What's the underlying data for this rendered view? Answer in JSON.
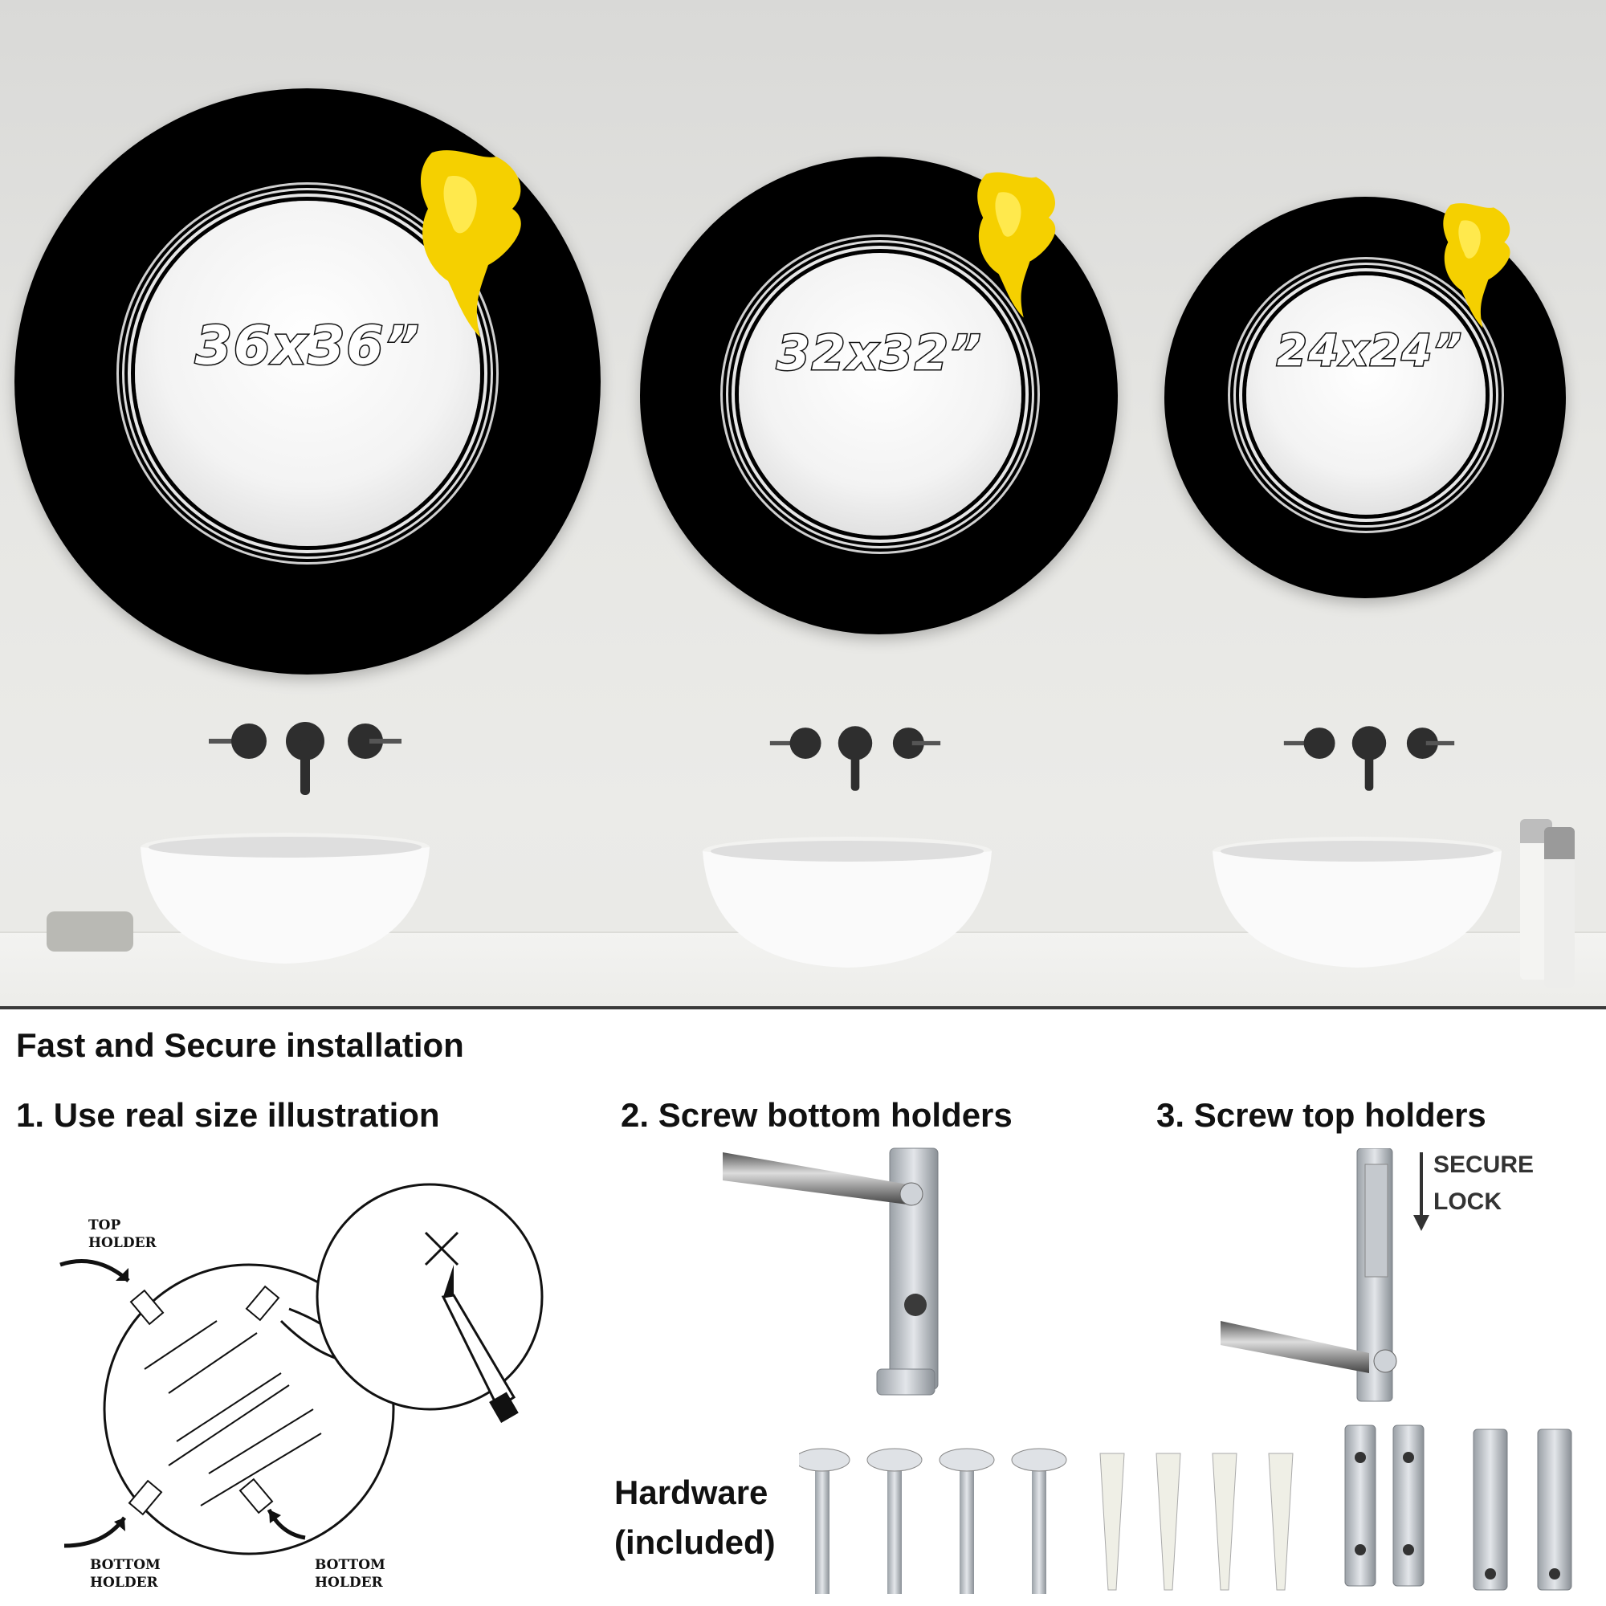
{
  "mirrors": [
    {
      "size_label": "36x36”"
    },
    {
      "size_label": "32x32”"
    },
    {
      "size_label": "24x24”"
    }
  ],
  "installation": {
    "title": "Fast and Secure installation",
    "steps": [
      {
        "label": "1. Use real size illustration"
      },
      {
        "label": "2. Screw bottom holders"
      },
      {
        "label": "3. Screw top holders"
      }
    ],
    "diagram": {
      "top_holder_label": "TOP\nHOLDER",
      "bottom_holder_left_label": "BOTTOM\nHOLDER",
      "bottom_holder_right_label": "BOTTOM\nHOLDER"
    },
    "secure_lock_label": "SECURE\nLOCK",
    "hardware_label": "Hardware\n(included)"
  },
  "colors": {
    "frame": "#000000",
    "accent_smoke": "#f5d000",
    "text": "#111111"
  }
}
